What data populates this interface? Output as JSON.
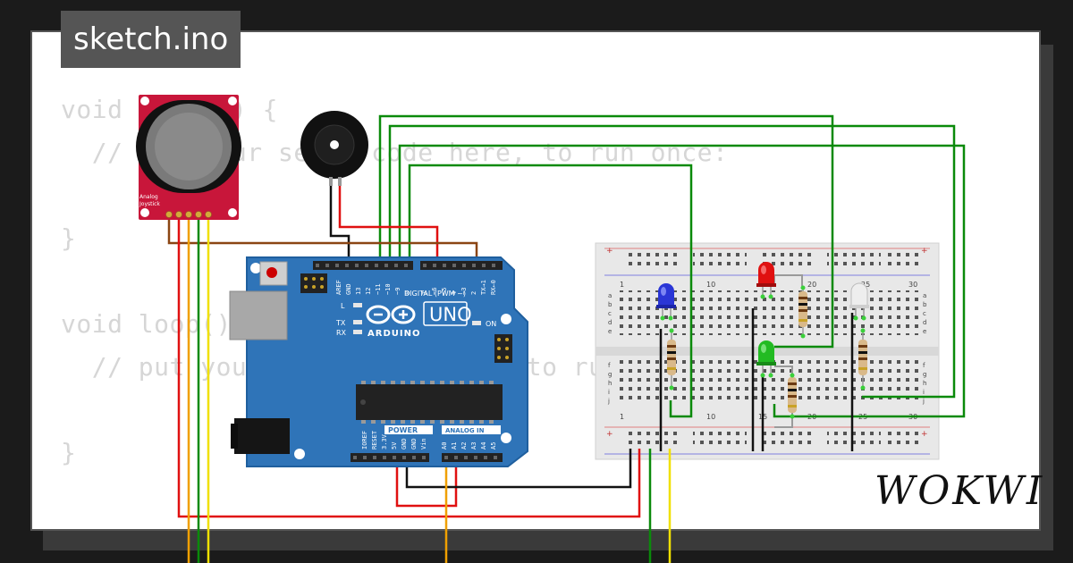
{
  "title_tab": "sketch.ino",
  "code_lines": [
    "void setup() {",
    "  // put your setup code here, to run once:",
    "",
    "}",
    "",
    "void loop() {",
    "  // put your main code here, to run repeatedly:",
    "",
    "}"
  ],
  "arduino": {
    "logo_text": "ARDUINO",
    "model": "UNO",
    "digital_label": "DIGITAL (PWM ~)",
    "power_label": "POWER",
    "analog_label": "ANALOG IN",
    "on_label": "ON",
    "led_l": "L",
    "led_tx": "TX",
    "led_rx": "RX",
    "top_pins": [
      "AREF",
      "GND",
      "13",
      "12",
      "~11",
      "~10",
      "~9",
      "8",
      "7",
      "~6",
      "~5",
      "4",
      "~3",
      "2",
      "TX→1",
      "RX←0"
    ],
    "bottom_pins": [
      "IOREF",
      "RESET",
      "3.3V",
      "5V",
      "GND",
      "GND",
      "Vin",
      "A0",
      "A1",
      "A2",
      "A3",
      "A4",
      "A5"
    ]
  },
  "joystick": {
    "label_lines": [
      "Analog",
      "Joystick"
    ]
  },
  "breadboard": {
    "col_numbers_top": [
      "1",
      "10",
      "20",
      "25",
      "30"
    ],
    "col_numbers_bottom": [
      "1",
      "10",
      "15",
      "20",
      "25",
      "30"
    ],
    "rows_top": [
      "a",
      "b",
      "c",
      "d",
      "e"
    ],
    "rows_bottom": [
      "f",
      "g",
      "h",
      "i",
      "j"
    ]
  },
  "brand": "WOKWI",
  "colors": {
    "board_blue": "#2f74b8",
    "joystick_red": "#c8163a",
    "wire_green": "#0a8a0a",
    "wire_red": "#e01010",
    "wire_brown": "#8b4513",
    "wire_yellow": "#f0e000",
    "wire_black": "#111111",
    "wire_orange": "#f0a000"
  }
}
